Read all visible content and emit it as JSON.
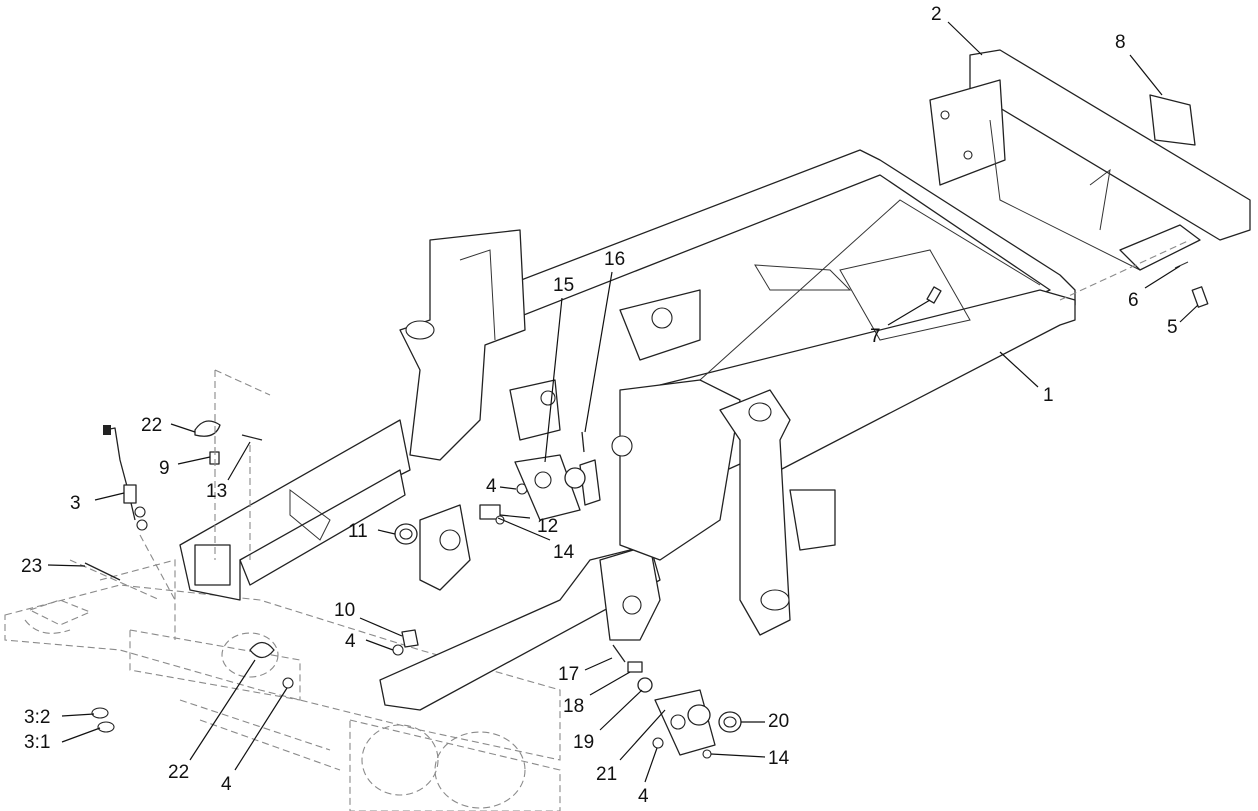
{
  "diagram": {
    "callouts": [
      {
        "id": "c1",
        "text": "1"
      },
      {
        "id": "c2",
        "text": "2"
      },
      {
        "id": "c3",
        "text": "3"
      },
      {
        "id": "c3_2",
        "text": "3:2"
      },
      {
        "id": "c3_1",
        "text": "3:1"
      },
      {
        "id": "c4a",
        "text": "4"
      },
      {
        "id": "c4b",
        "text": "4"
      },
      {
        "id": "c4c",
        "text": "4"
      },
      {
        "id": "c4d",
        "text": "4"
      },
      {
        "id": "c5",
        "text": "5"
      },
      {
        "id": "c6",
        "text": "6"
      },
      {
        "id": "c7",
        "text": "7"
      },
      {
        "id": "c8",
        "text": "8"
      },
      {
        "id": "c9",
        "text": "9"
      },
      {
        "id": "c10",
        "text": "10"
      },
      {
        "id": "c11",
        "text": "11"
      },
      {
        "id": "c12",
        "text": "12"
      },
      {
        "id": "c13",
        "text": "13"
      },
      {
        "id": "c14a",
        "text": "14"
      },
      {
        "id": "c14b",
        "text": "14"
      },
      {
        "id": "c15",
        "text": "15"
      },
      {
        "id": "c16",
        "text": "16"
      },
      {
        "id": "c17",
        "text": "17"
      },
      {
        "id": "c18",
        "text": "18"
      },
      {
        "id": "c19",
        "text": "19"
      },
      {
        "id": "c20",
        "text": "20"
      },
      {
        "id": "c21",
        "text": "21"
      },
      {
        "id": "c22a",
        "text": "22"
      },
      {
        "id": "c22b",
        "text": "22"
      },
      {
        "id": "c23",
        "text": "23"
      }
    ]
  }
}
